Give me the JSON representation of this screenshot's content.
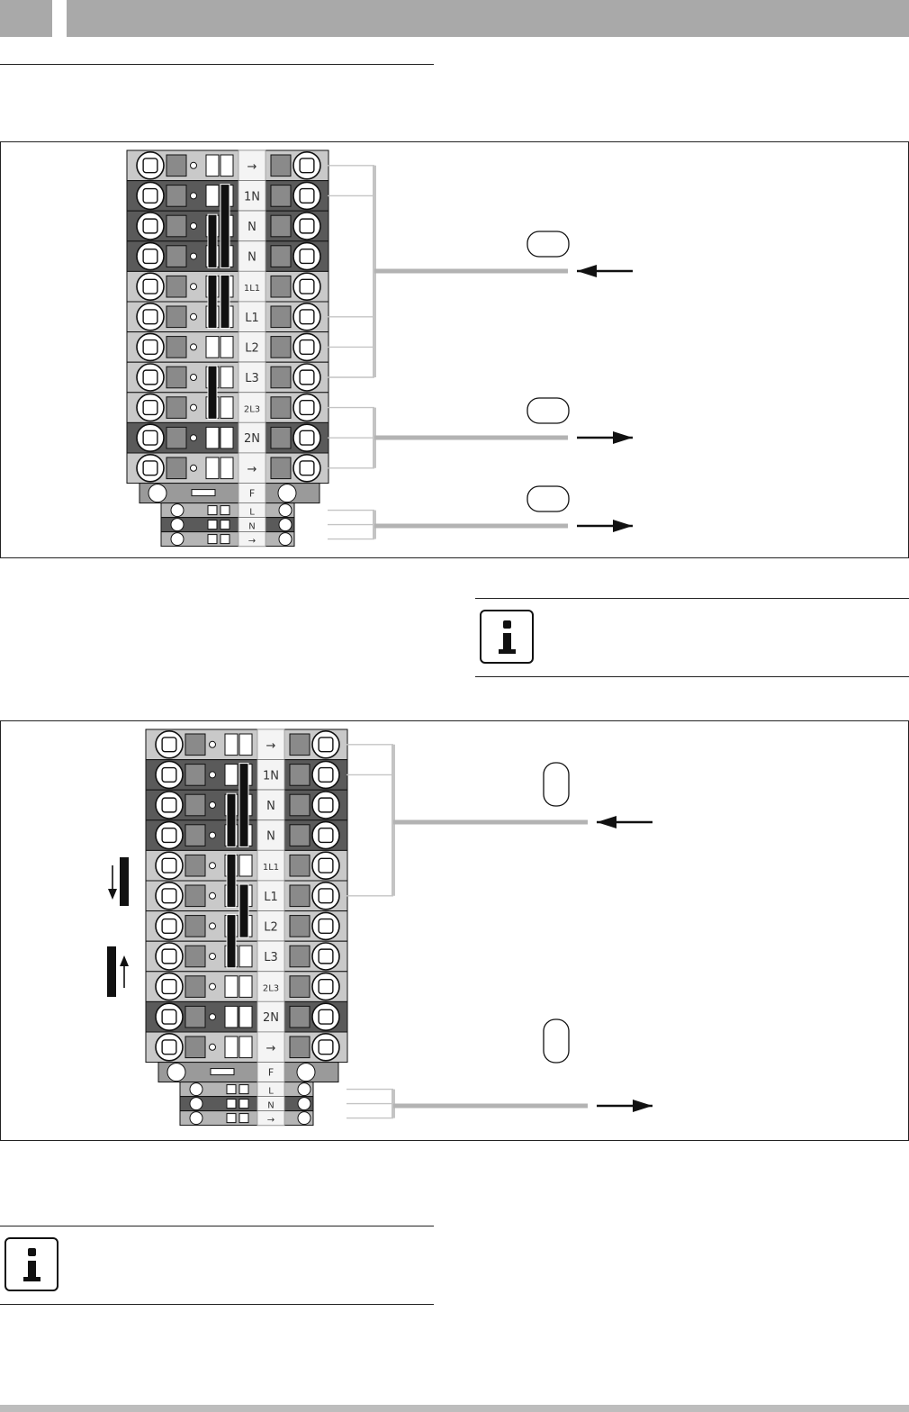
{
  "diagram1": {
    "rows": [
      {
        "label": "→",
        "dark": false
      },
      {
        "label": "1N",
        "dark": true
      },
      {
        "label": "N",
        "dark": true
      },
      {
        "label": "N",
        "dark": true
      },
      {
        "label": "1L1",
        "dark": false
      },
      {
        "label": "L1",
        "dark": false
      },
      {
        "label": "L2",
        "dark": false
      },
      {
        "label": "L3",
        "dark": false
      },
      {
        "label": "2L3",
        "dark": false
      },
      {
        "label": "2N",
        "dark": true
      },
      {
        "label": "→",
        "dark": false
      }
    ],
    "fuse_label": "F",
    "small_rows": [
      {
        "label": "L"
      },
      {
        "label": "N"
      },
      {
        "label": "→"
      }
    ]
  },
  "diagram2": {
    "rows": [
      {
        "label": "→",
        "dark": false
      },
      {
        "label": "1N",
        "dark": true
      },
      {
        "label": "N",
        "dark": true
      },
      {
        "label": "N",
        "dark": true
      },
      {
        "label": "1L1",
        "dark": false
      },
      {
        "label": "L1",
        "dark": false
      },
      {
        "label": "L2",
        "dark": false
      },
      {
        "label": "L3",
        "dark": false
      },
      {
        "label": "2L3",
        "dark": false
      },
      {
        "label": "2N",
        "dark": true
      },
      {
        "label": "→",
        "dark": false
      }
    ],
    "fuse_label": "F",
    "small_rows": [
      {
        "label": "L"
      },
      {
        "label": "N"
      },
      {
        "label": "→"
      }
    ]
  },
  "icons": {
    "info_top": "info-icon",
    "info_bottom": "info-icon"
  },
  "colors": {
    "header_gray": "#a9a9a9",
    "dark_row": "#5a5a5a",
    "light_row": "#c9c9c9",
    "leader_line": "#b3b3b3",
    "bracket_line": "#c4c4c4"
  }
}
